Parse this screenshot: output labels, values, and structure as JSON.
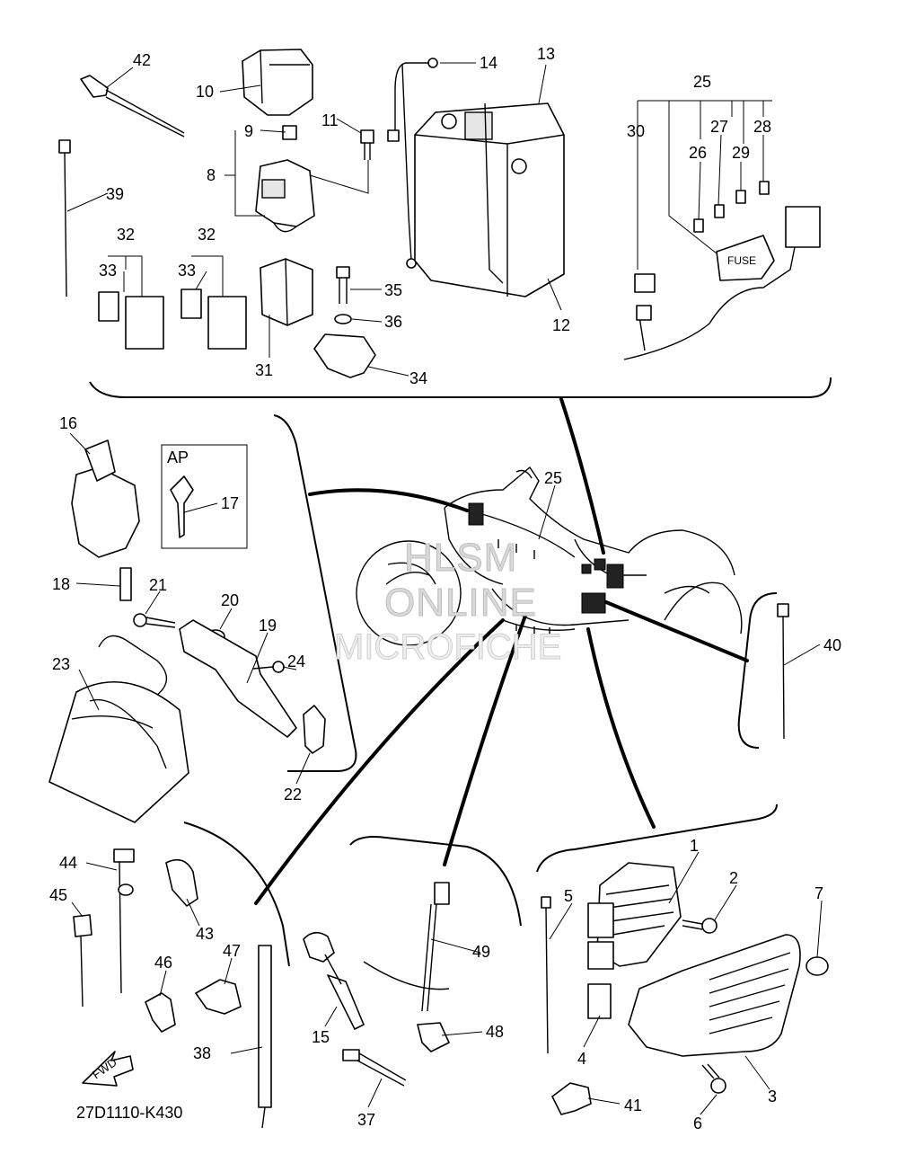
{
  "diagram": {
    "drawing_number": "27D1110-K430",
    "fwd_label": "FWD",
    "ap_label": "AP",
    "fuse_label": "FUSE",
    "watermark": [
      "HLSM",
      "ONLINE",
      "MICROFICHE"
    ],
    "callouts": {
      "c1": "1",
      "c2": "2",
      "c3": "3",
      "c4": "4",
      "c5": "5",
      "c6": "6",
      "c7": "7",
      "c8": "8",
      "c9": "9",
      "c10": "10",
      "c11": "11",
      "c12": "12",
      "c13": "13",
      "c14": "14",
      "c15": "15",
      "c16": "16",
      "c17": "17",
      "c18": "18",
      "c19": "19",
      "c20": "20",
      "c21": "21",
      "c22": "22",
      "c23": "23",
      "c24": "24",
      "c25": "25",
      "c25b": "25",
      "c26": "26",
      "c27": "27",
      "c28": "28",
      "c29": "29",
      "c30": "30",
      "c31": "31",
      "c32": "32",
      "c32b": "32",
      "c33": "33",
      "c33b": "33",
      "c34": "34",
      "c35": "35",
      "c36": "36",
      "c37": "37",
      "c38": "38",
      "c39": "39",
      "c40": "40",
      "c41": "41",
      "c42": "42",
      "c43": "43",
      "c44": "44",
      "c45": "45",
      "c46": "46",
      "c47": "47",
      "c48": "48",
      "c49": "49"
    }
  }
}
